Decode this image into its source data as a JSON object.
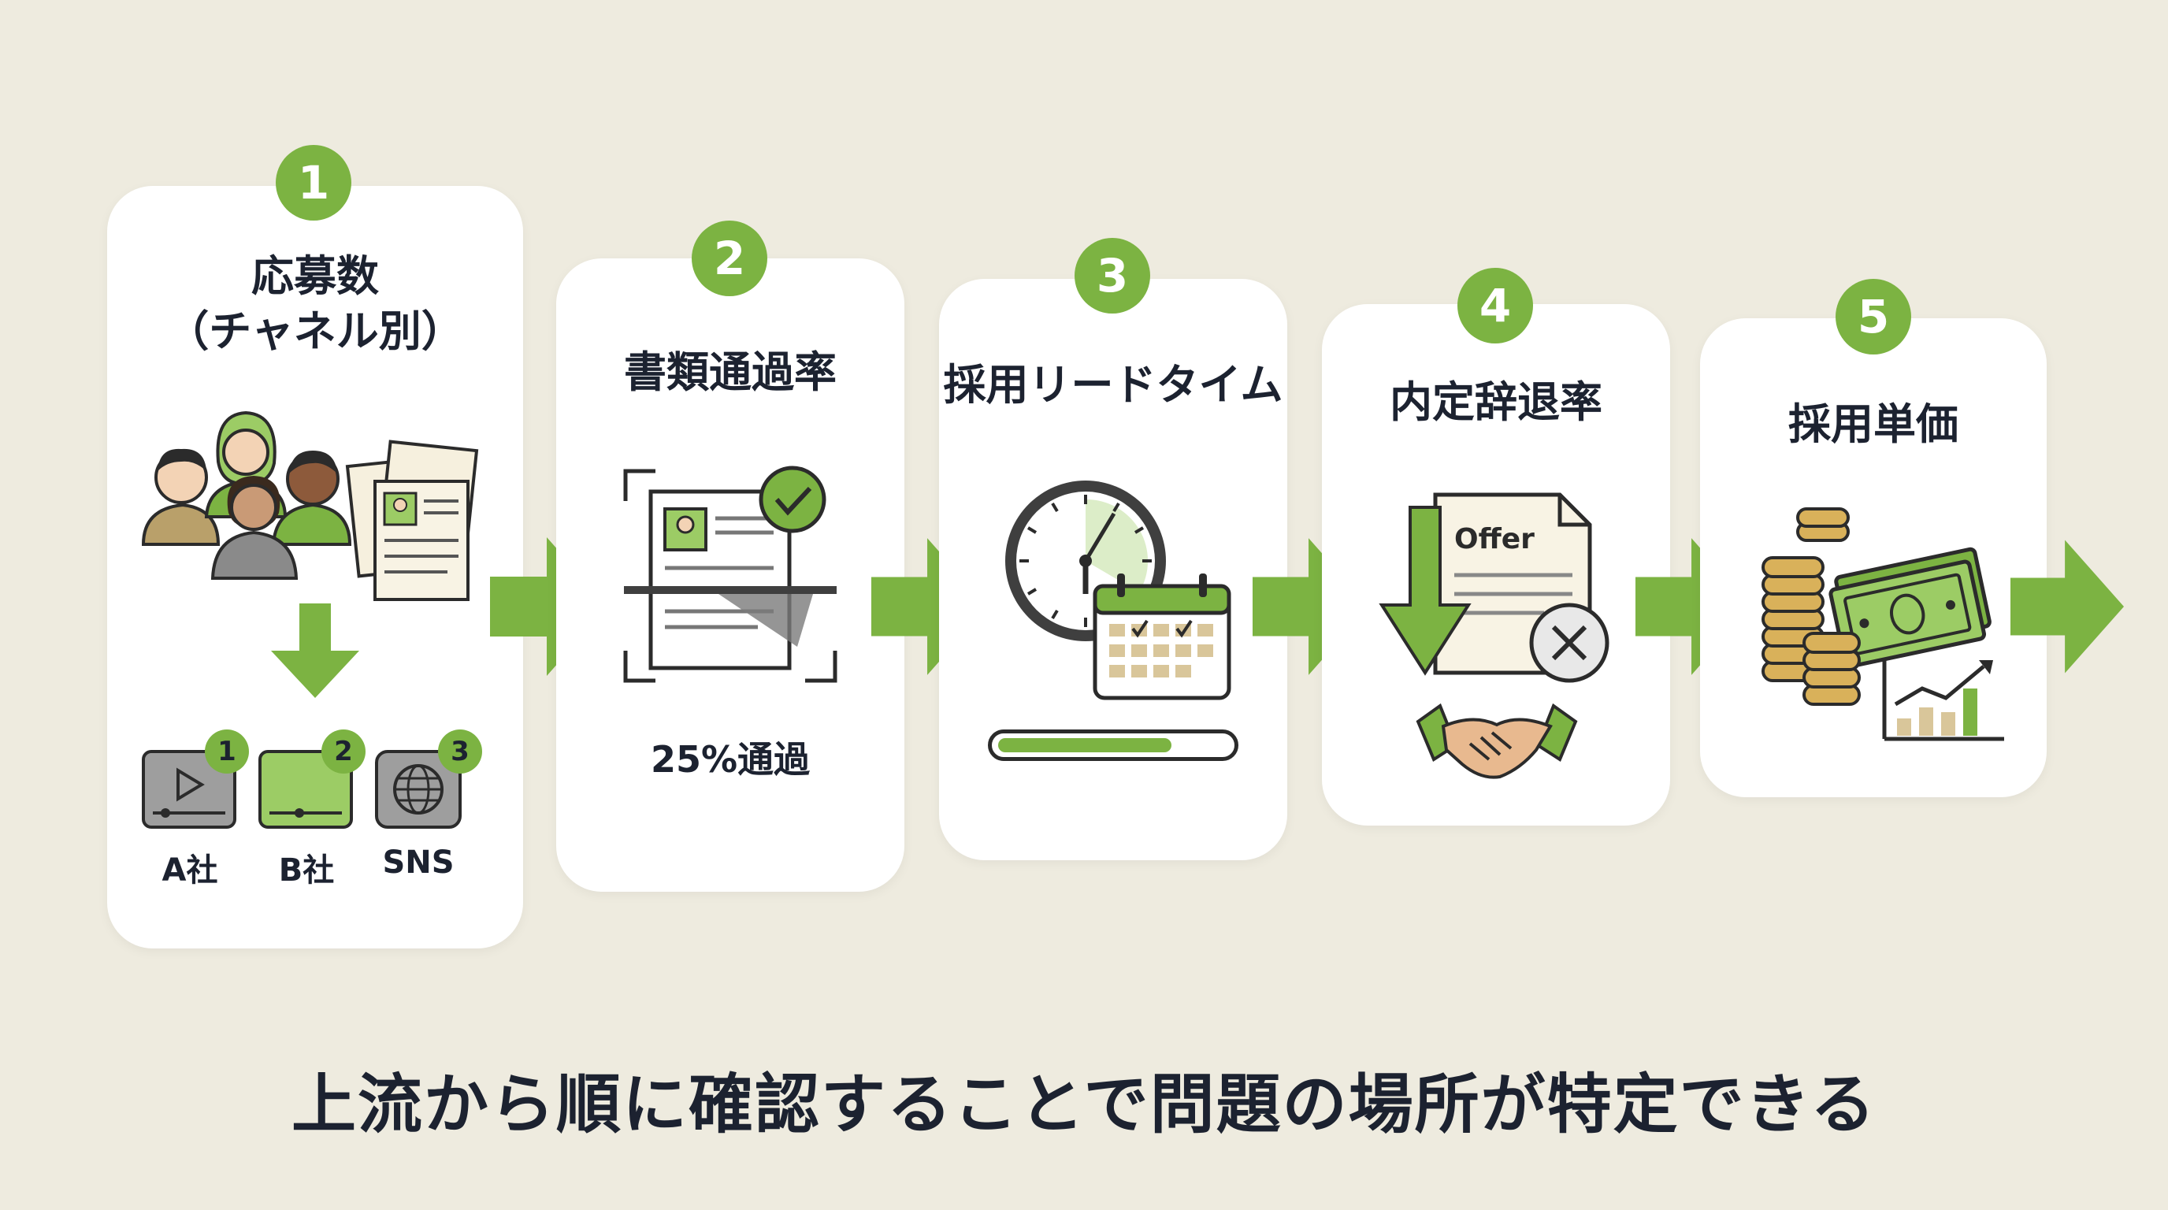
{
  "steps": [
    {
      "number": "1",
      "title_line1": "応募数",
      "title_line2": "（チャネル別）"
    },
    {
      "number": "2",
      "title": "書類通過率",
      "caption": "25%通過"
    },
    {
      "number": "3",
      "title": "採用リードタイム"
    },
    {
      "number": "4",
      "title": "内定辞退率",
      "document_label": "Offer"
    },
    {
      "number": "5",
      "title": "採用単価"
    }
  ],
  "channels": [
    {
      "rank": "1",
      "label": "A社",
      "icon": "video-player-icon"
    },
    {
      "rank": "2",
      "label": "B社",
      "icon": "media-screen-icon"
    },
    {
      "rank": "3",
      "label": "SNS",
      "icon": "globe-icon"
    }
  ],
  "footer_text": "上流から順に確認することで問題の場所が特定できる",
  "colors": {
    "accent_green": "#7cb342",
    "background": "#eeebdf",
    "card": "#ffffff",
    "text": "#1c2230"
  }
}
